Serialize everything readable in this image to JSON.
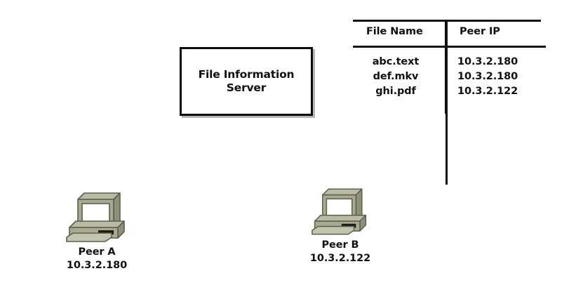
{
  "diagram": {
    "server": {
      "label": "File Information\nServer",
      "name": "file-information-server"
    },
    "table": {
      "columns": [
        "File Name",
        "Peer IP"
      ],
      "rows": [
        {
          "file_name": "abc.text",
          "peer_ip": "10.3.2.180"
        },
        {
          "file_name": "def.mkv",
          "peer_ip": "10.3.2.180"
        },
        {
          "file_name": "ghi.pdf",
          "peer_ip": "10.3.2.122"
        }
      ]
    },
    "peers": [
      {
        "name": "Peer A",
        "ip": "10.3.2.180",
        "icon": "desktop-computer-icon"
      },
      {
        "name": "Peer B",
        "ip": "10.3.2.122",
        "icon": "desktop-computer-icon"
      }
    ],
    "colors": {
      "background": "#ffffff",
      "stroke": "#111111",
      "icon_body": "#a8a991",
      "icon_light": "#c3c4ae",
      "icon_dark": "#7c7d66",
      "icon_screen": "#ffffff"
    }
  }
}
